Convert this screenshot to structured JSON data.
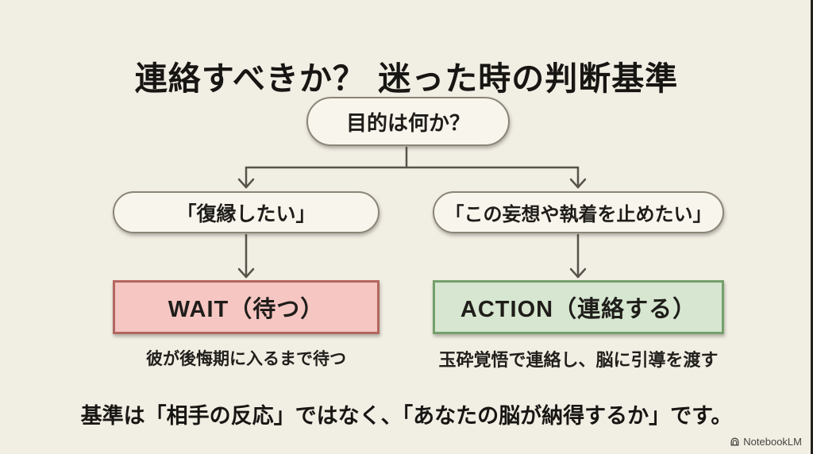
{
  "slide": {
    "title": "連絡すべきか？ 迷った時の判断基準",
    "flow": {
      "root_label": "目的は何か？",
      "branches": [
        {
          "condition": "「復縁したい」",
          "result": "WAIT（待つ）",
          "caption": "彼が後悔期に入るまで待つ",
          "fill": "#f5c6c2",
          "border": "#b2675f"
        },
        {
          "condition": "「この妄想や執着を止めたい」",
          "result": "ACTION（連絡する）",
          "caption": "玉砕覚悟で連絡し、脳に引導を渡す",
          "fill": "#d6e6d0",
          "border": "#74a06c"
        }
      ]
    },
    "footnote": "基準は「相手の反応」ではなく、「あなたの脳が納得するか」です。",
    "watermark_label": "NotebookLM",
    "colors": {
      "background": "#f1eee4",
      "connector_line": "#57534a",
      "text": "#1f1d1a",
      "node_fill": "#f8f5ec",
      "node_border": "#8b8577",
      "wait_fill": "#f5c6c2",
      "wait_border": "#b2675f",
      "action_fill": "#d6e6d0",
      "action_border": "#74a06c",
      "right_edge_strip": "#23201c"
    }
  }
}
